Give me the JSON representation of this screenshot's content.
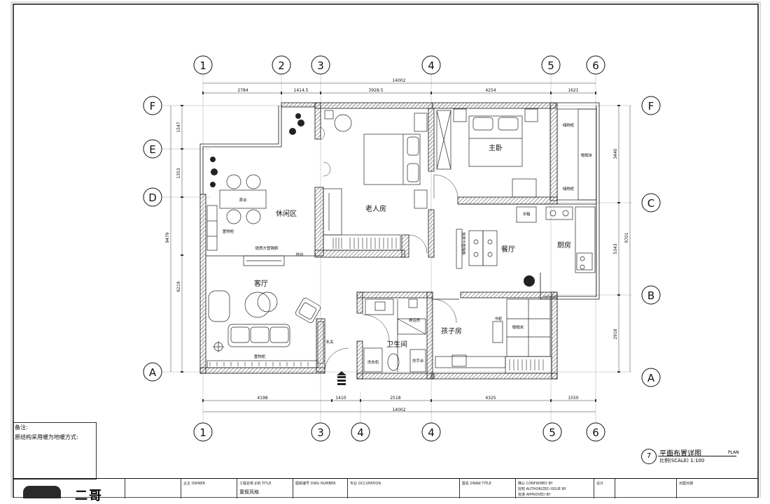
{
  "sheet_title": "平面布置详图",
  "sheet_title_en": "PLAN",
  "scale_label": "比例(SCALE) 1:100",
  "drawing_number": "7",
  "notes": {
    "heading": "备注:",
    "line1": "原结构采用暖为地暖方式:"
  },
  "grid_top": [
    "1",
    "2",
    "3",
    "4",
    "5",
    "6"
  ],
  "grid_bottom": [
    "1",
    "3",
    "4",
    "4",
    "5",
    "6"
  ],
  "grid_left": [
    "F",
    "E",
    "D",
    "A"
  ],
  "grid_right": [
    "F",
    "C",
    "B",
    "A"
  ],
  "dims_top": {
    "total": "14002",
    "segments": [
      "2784",
      "1414.5",
      "3928.5",
      "4254",
      "1621"
    ]
  },
  "dims_bottom": {
    "total": "14002",
    "segments": [
      "4198",
      "1410",
      "2518",
      "4325",
      "1550"
    ]
  },
  "dims_left": [
    "1547",
    "1353",
    "9479",
    "6219"
  ],
  "dims_right": [
    "3440",
    "5343",
    "9701",
    "2918"
  ],
  "rooms": {
    "leisure": "休闲区",
    "living": "客厅",
    "elder": "老人房",
    "master": "主卧",
    "dining": "餐厅",
    "kitchen": "厨房",
    "child": "孩子房",
    "bath": "卫生间"
  },
  "labels": {
    "tea_table": "茶台",
    "storage1": "置物柜",
    "partition": "铁质方管隔断",
    "step": "地台",
    "storage_tv": "置物柜",
    "entry": "玄关",
    "storage_m1": "储物柜",
    "tatami_m": "榻榻米",
    "storage_m2": "储物柜",
    "fridge": "冰箱",
    "partition_v": "铁质方管隔断",
    "shower": "淋浴房",
    "washer": "洗衣机",
    "basin": "洗手台",
    "tatami_c": "榻榻米",
    "desk_c": "书柜"
  },
  "titleblock": {
    "company": "二哥",
    "owner_label": "业主 OWNER",
    "project_label": "工程名称 JOB TITLE",
    "project_value": "童叙风格",
    "drawing_no_label": "图纸编号 DWG NUMBER",
    "occupation_label": "专业 OCCUPATION",
    "title_label": "图名 DRAW TITLE",
    "confirm_label": "确认 CONFIRMED BY",
    "authorized_label": "授权 AUTHORIZED ISSUE BY",
    "approved_label": "批准 APPROVED BY",
    "job_label": "设计",
    "date_label": "出图日期"
  }
}
